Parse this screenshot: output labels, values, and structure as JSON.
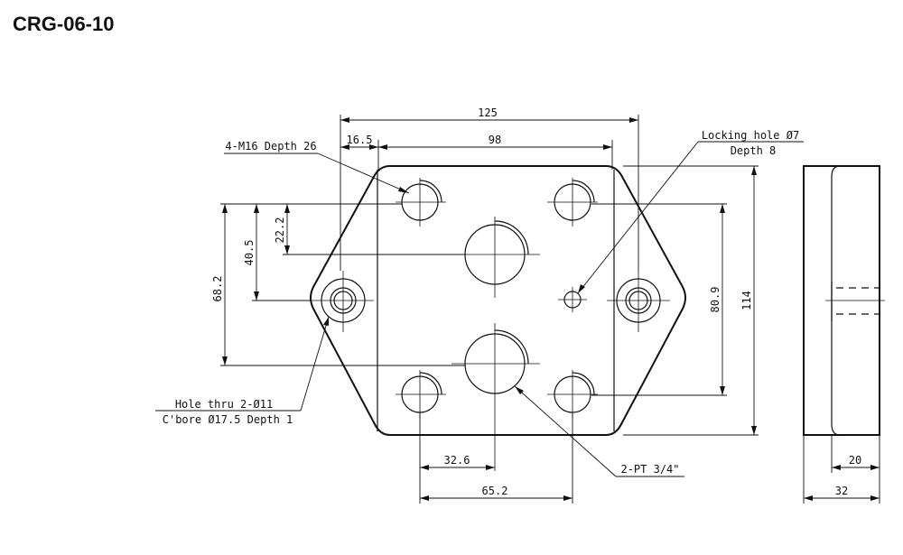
{
  "title": "CRG-06-10",
  "dimensions": {
    "overall_width": "125",
    "port_spacing": "98",
    "edge_offset": "16.5",
    "offset_22": "22.2",
    "offset_40": "40.5",
    "offset_68": "68.2",
    "height_80": "80.9",
    "overall_height": "114",
    "offset_32": "32.6",
    "offset_65": "65.2",
    "side_depth": "20",
    "side_thickness": "32"
  },
  "callouts": {
    "tapped_holes": "4-M16 Depth 26",
    "locking_hole_line1": "Locking hole Ø7",
    "locking_hole_line2": "Depth 8",
    "thru_hole_line1": "Hole thru 2-Ø11",
    "thru_hole_line2": "C'bore Ø17.5 Depth 1",
    "pipe_ports": "2-PT 3/4\""
  }
}
